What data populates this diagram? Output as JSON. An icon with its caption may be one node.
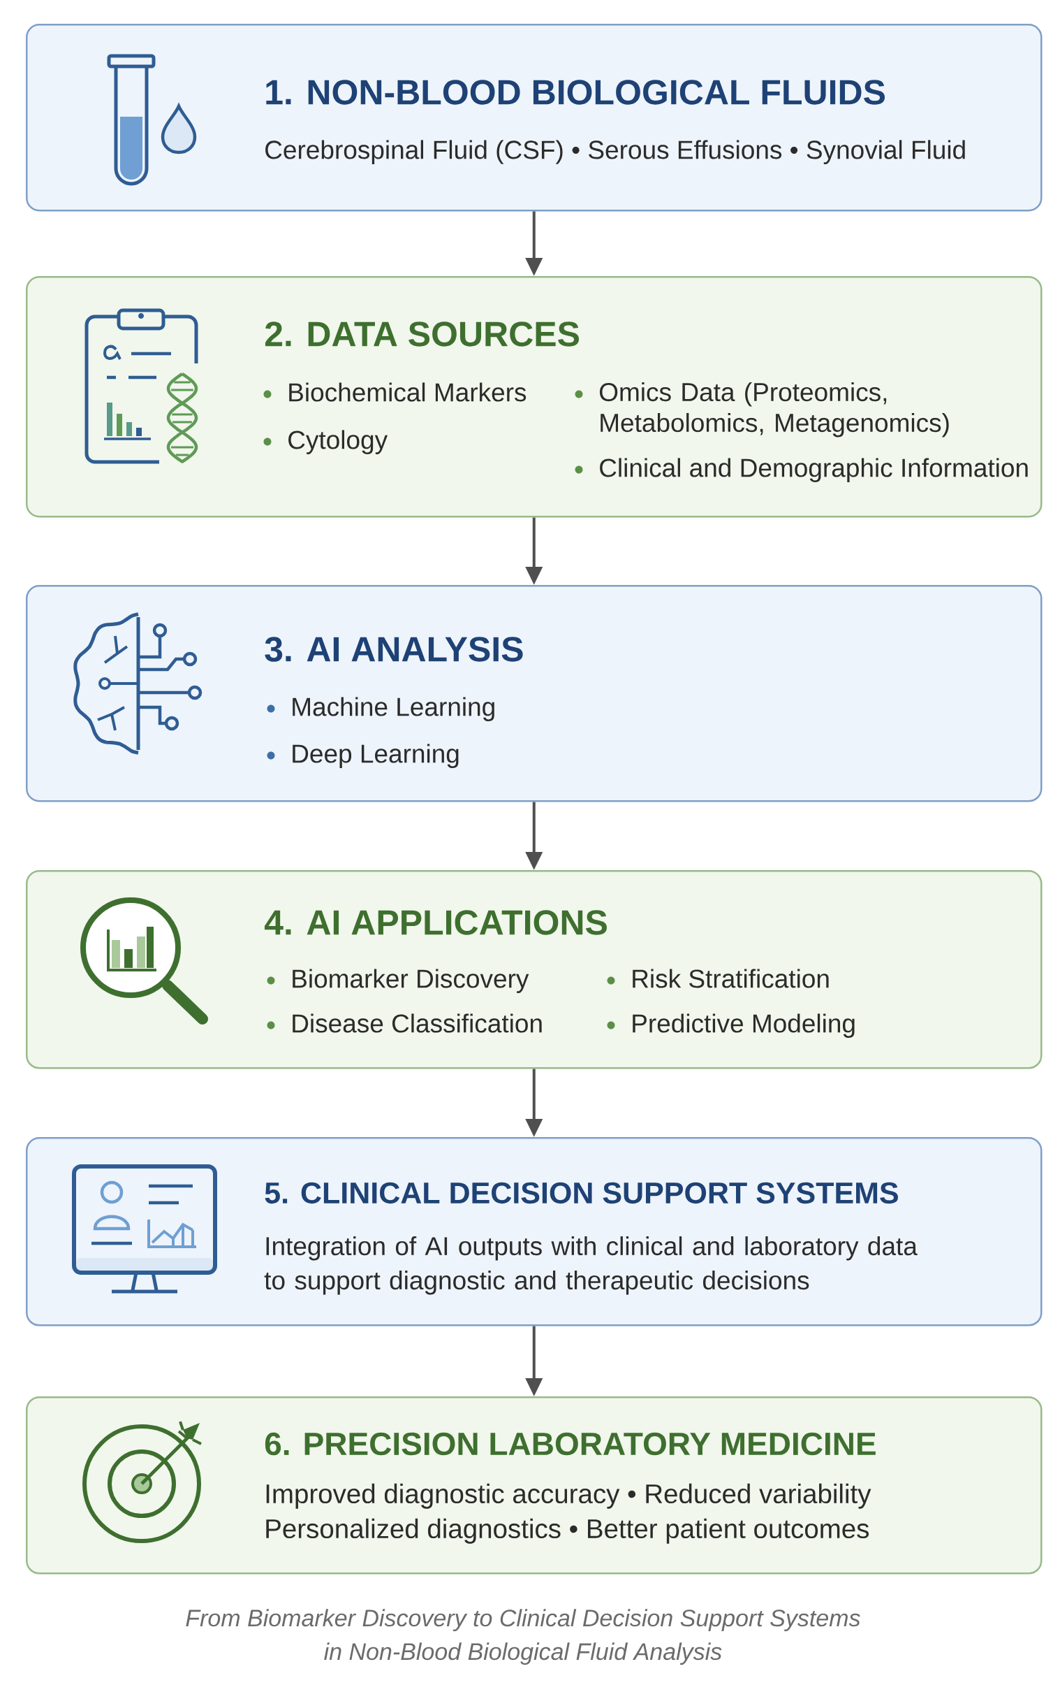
{
  "diagram": {
    "nodes": [
      {
        "text": [
          "1. NON-BLOOD BIOLOGICAL FLUIDS",
          "Cerebrospinal Fluid (CSF) • Serous Effusions • Synovial Fluid"
        ]
      },
      {
        "text": [
          "2. DATA SOURCES",
          "Biochemical Markers",
          "Cytology",
          "Omics Data (Proteomics, Metabolomics, Metagenomics)",
          "Clinical and Demographic Information"
        ]
      },
      {
        "text": [
          "3. AI ANALYSIS",
          "Machine Learning",
          "Deep Learning"
        ]
      },
      {
        "text": [
          "4. AI APPLICATIONS",
          "Biomarker Discovery",
          "Disease Classification",
          "Risk Stratification",
          "Predictive Modeling"
        ]
      },
      {
        "text": [
          "5. CLINICAL DECISION SUPPORT SYSTEMS",
          "Integration of AI outputs with clinical and laboratory data to support diagnostic and therapeutic decisions"
        ]
      },
      {
        "text": [
          "6. PRECISION LABORATORY MEDICINE",
          "Improved diagnostic accuracy • Reduced variability",
          "Personalized diagnostics • Better patient outcomes"
        ]
      }
    ],
    "edges": [
      {
        "from": 0,
        "to": 1,
        "arrow": "to"
      },
      {
        "from": 1,
        "to": 2,
        "arrow": "to"
      },
      {
        "from": 2,
        "to": 3,
        "arrow": "to"
      },
      {
        "from": 3,
        "to": 4,
        "arrow": "to"
      },
      {
        "from": 4,
        "to": 5,
        "arrow": "to"
      }
    ],
    "caption": "From Biomarker Discovery to Clinical Decision Support Systems in Non-Blood Biological Fluid Analysis"
  }
}
